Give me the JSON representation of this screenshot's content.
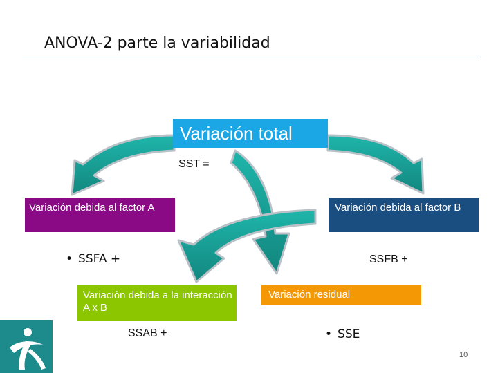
{
  "slide": {
    "title": "ANOVA-2 parte la variabilidad",
    "page_number": "10"
  },
  "diagram": {
    "total_label": "Variación total",
    "sst_label": "SST =",
    "factor_a_label": "Variación debida  al factor A",
    "factor_b_label": "Variación debida al factor B",
    "ssfa_label": "SSFA +",
    "ssfb_label": "SSFB +",
    "interaction_label": "Variación debida a la interacción A x B",
    "residual_label": "Variación residual",
    "ssab_label": "SSAB +",
    "sse_label": "SSE"
  },
  "colors": {
    "total": "#1ba7e6",
    "factor_a": "#8a0a86",
    "factor_b": "#1b4e80",
    "interaction": "#8cc600",
    "residual": "#f59806",
    "arrow": "#1aa39a",
    "logo": "#1d8a8c"
  },
  "icons": [
    "curved-arrow-icon",
    "logo-icon",
    "bullet-icon"
  ]
}
